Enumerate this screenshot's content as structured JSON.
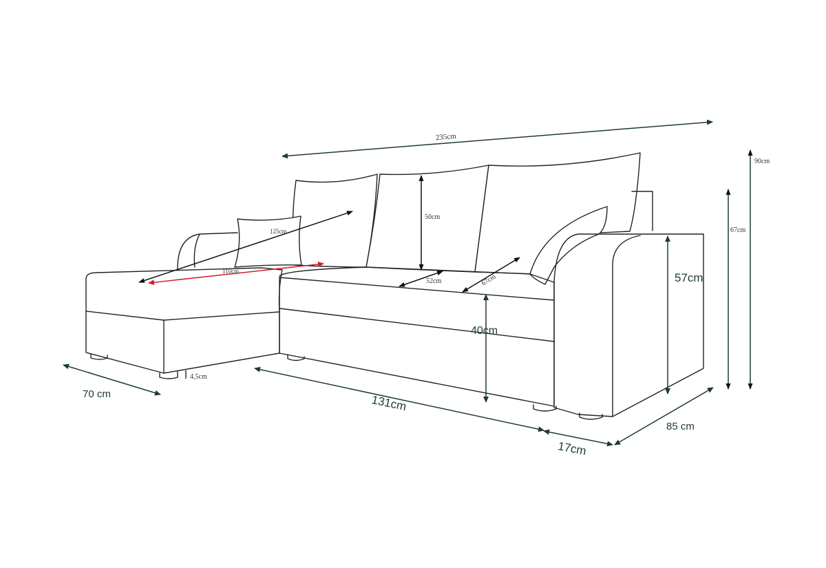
{
  "colors": {
    "dimension_line": "#1d3b2e",
    "dimension_line_dark": "#111111",
    "highlight_arrow": "#d0202a",
    "sofa_outline": "#222222",
    "background": "#ffffff"
  },
  "dimensions": {
    "total_length": "235cm",
    "total_height": "90cm",
    "back_height": "67cm",
    "armrest_height": "57cm",
    "cushion_height": "50cm",
    "seat_height": "40cm",
    "seat_depth": "52cm",
    "cushion_diag": "67cm",
    "sleeping_length": "125cm",
    "sleeping_width": "110cm",
    "chaise_width": "70 cm",
    "leg_height": "4,5cm",
    "main_length": "131cm",
    "arm_width": "17cm",
    "depth": "85 cm"
  }
}
